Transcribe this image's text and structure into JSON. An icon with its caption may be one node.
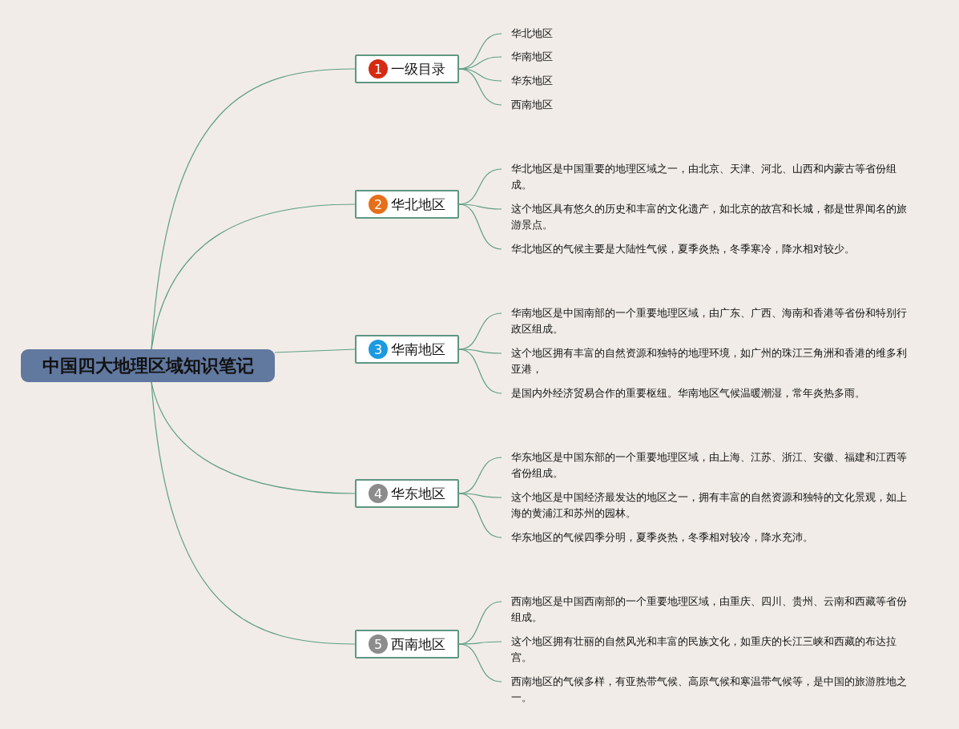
{
  "diagram": {
    "nodes": [
      {
        "text": [
          "中国四大地理区域知识笔记"
        ]
      },
      {
        "text": [
          "1",
          "一级目录"
        ]
      },
      {
        "text": [
          "2",
          "华北地区"
        ]
      },
      {
        "text": [
          "3",
          "华南地区"
        ]
      },
      {
        "text": [
          "4",
          "华东地区"
        ]
      },
      {
        "text": [
          "5",
          "西南地区"
        ]
      },
      {
        "text": [
          "华北地区"
        ]
      },
      {
        "text": [
          "华南地区"
        ]
      },
      {
        "text": [
          "华东地区"
        ]
      },
      {
        "text": [
          "西南地区"
        ]
      },
      {
        "text": [
          "华北地区是中国重要的地理区域之一，由北京、天津、河北、山西和内蒙古等省份组成。"
        ]
      },
      {
        "text": [
          "这个地区具有悠久的历史和丰富的文化遗产，如北京的故宫和长城，都是世界闻名的旅游景点。"
        ]
      },
      {
        "text": [
          "华北地区的气候主要是大陆性气候，夏季炎热，冬季寒冷，降水相对较少。"
        ]
      },
      {
        "text": [
          "华南地区是中国南部的一个重要地理区域，由广东、广西、海南和香港等省份和特别行政区组成。"
        ]
      },
      {
        "text": [
          "这个地区拥有丰富的自然资源和独特的地理环境，如广州的珠江三角洲和香港的维多利亚港，"
        ]
      },
      {
        "text": [
          "是国内外经济贸易合作的重要枢纽。华南地区气候温暖潮湿，常年炎热多雨。"
        ]
      },
      {
        "text": [
          "华东地区是中国东部的一个重要地理区域，由上海、江苏、浙江、安徽、福建和江西等省份组成。"
        ]
      },
      {
        "text": [
          "这个地区是中国经济最发达的地区之一，拥有丰富的自然资源和独特的文化景观，如上海的黄浦江和苏州的园林。"
        ]
      },
      {
        "text": [
          "华东地区的气候四季分明，夏季炎热，冬季相对较冷，降水充沛。"
        ]
      },
      {
        "text": [
          "西南地区是中国西南部的一个重要地理区域，由重庆、四川、贵州、云南和西藏等省份组成。"
        ]
      },
      {
        "text": [
          "这个地区拥有壮丽的自然风光和丰富的民族文化，如重庆的长江三峡和西藏的布达拉宫。"
        ]
      },
      {
        "text": [
          "西南地区的气候多样，有亚热带气候、高原气候和寒温带气候等，是中国的旅游胜地之一。"
        ]
      }
    ],
    "edges": [
      {
        "from": 0,
        "to": 1,
        "arrow": "none"
      },
      {
        "from": 0,
        "to": 2,
        "arrow": "none"
      },
      {
        "from": 0,
        "to": 3,
        "arrow": "none"
      },
      {
        "from": 0,
        "to": 4,
        "arrow": "none"
      },
      {
        "from": 0,
        "to": 5,
        "arrow": "none"
      },
      {
        "from": 1,
        "to": 6,
        "arrow": "none"
      },
      {
        "from": 1,
        "to": 7,
        "arrow": "none"
      },
      {
        "from": 1,
        "to": 8,
        "arrow": "none"
      },
      {
        "from": 1,
        "to": 9,
        "arrow": "none"
      },
      {
        "from": 2,
        "to": 10,
        "arrow": "none"
      },
      {
        "from": 2,
        "to": 11,
        "arrow": "none"
      },
      {
        "from": 2,
        "to": 12,
        "arrow": "none"
      },
      {
        "from": 3,
        "to": 13,
        "arrow": "none"
      },
      {
        "from": 3,
        "to": 14,
        "arrow": "none"
      },
      {
        "from": 3,
        "to": 15,
        "arrow": "none"
      },
      {
        "from": 4,
        "to": 16,
        "arrow": "none"
      },
      {
        "from": 4,
        "to": 17,
        "arrow": "none"
      },
      {
        "from": 4,
        "to": 18,
        "arrow": "none"
      },
      {
        "from": 5,
        "to": 19,
        "arrow": "none"
      },
      {
        "from": 5,
        "to": 20,
        "arrow": "none"
      },
      {
        "from": 5,
        "to": 21,
        "arrow": "none"
      }
    ]
  }
}
